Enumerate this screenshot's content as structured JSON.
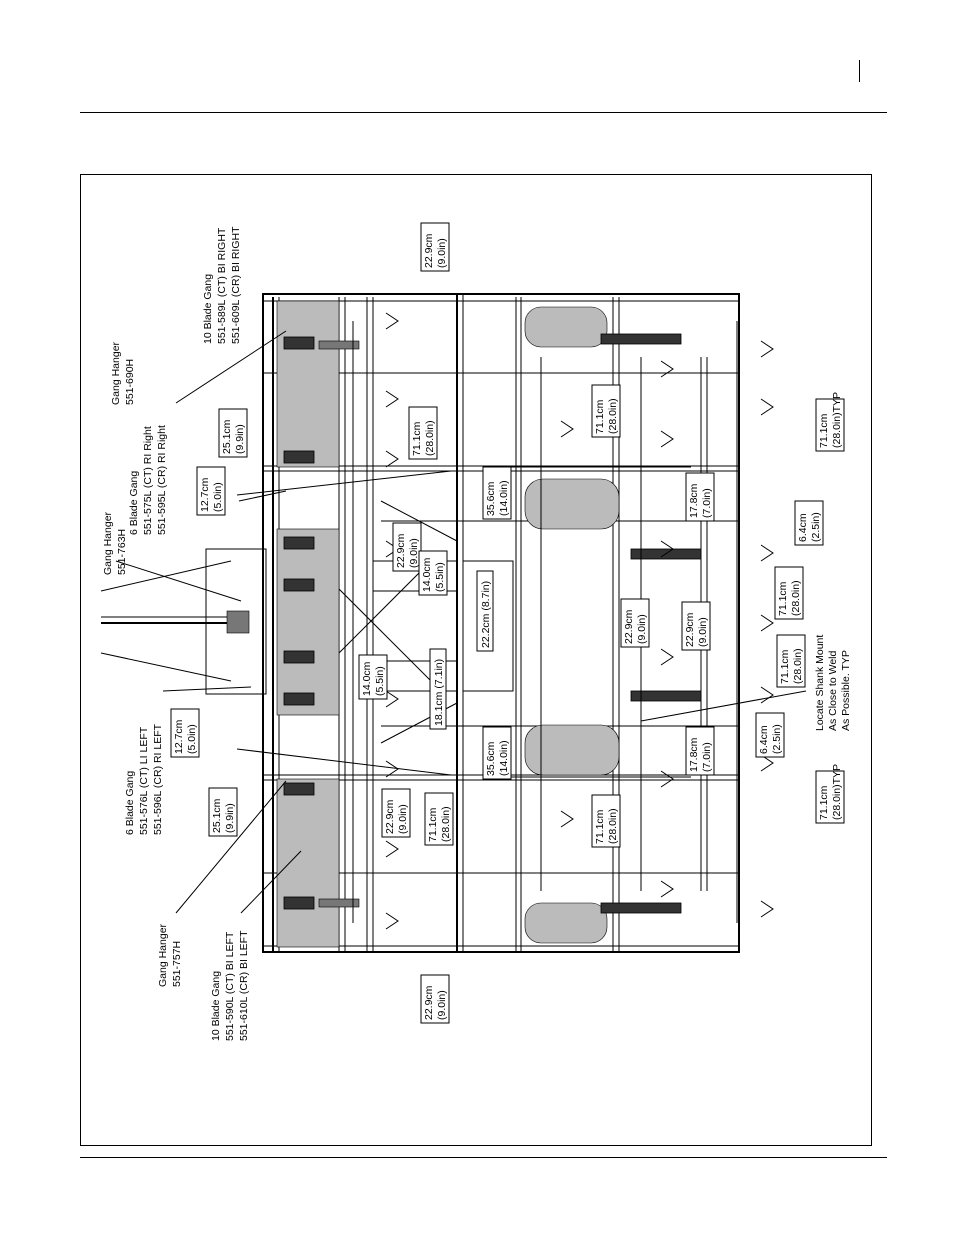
{
  "callouts": {
    "gang_10_right": [
      "10  Blade  Gang",
      "551-589L  (CT)  BI  RIGHT",
      "551-609L  (CR)  BI  RIGHT"
    ],
    "hanger_690": [
      "Gang  Hanger",
      "551-690H"
    ],
    "gang_6_right": [
      "6  Blade  Gang",
      "551-575L  (CT)  RI  Right",
      "551-595L  (CR)  RI  Right"
    ],
    "hanger_763": [
      "Gang  Hanger",
      "551-763H"
    ],
    "gang_6_left": [
      "6  Blade  Gang",
      "551-576L  (CT)  LI  LEFT",
      "551-596L  (CR)  RI  LEFT"
    ],
    "hanger_757": [
      "Gang  Hanger",
      "551-757H"
    ],
    "gang_10_left": [
      "10  Blade  Gang",
      "551-590L  (CT)  BI  LEFT",
      "551-610L  (CR)  BI  LEFT"
    ],
    "shank_mount": [
      "Locate  Shank  Mount",
      "As  Close  to  Weld",
      "As  Possible.   TYP"
    ]
  },
  "dimensions": {
    "d_22_9_top": [
      "22.9cm",
      "(9.0in)"
    ],
    "d_25_1_upper": [
      "25.1cm",
      "(9.9in)"
    ],
    "d_71_1_upper": [
      "71.1cm",
      "(28.0in)"
    ],
    "d_12_7_upper": [
      "12.7cm",
      "(5.0in)"
    ],
    "d_22_9_upper_mid": [
      "22.9cm",
      "(9.0in)"
    ],
    "d_14_0_upper": [
      "14.0cm",
      "(5.5in)"
    ],
    "d_22_2": "22.2cm (8.7in)",
    "d_14_0_lower": [
      "14.0cm",
      "(5.5in)"
    ],
    "d_18_1": "18.1cm  (7.1in)",
    "d_12_7_lower": [
      "12.7cm",
      "(5.0in)"
    ],
    "d_25_1_lower": [
      "25.1cm",
      "(9.9in)"
    ],
    "d_22_9_lower_mid": [
      "22.9cm",
      "(9.0in)"
    ],
    "d_71_1_lower": [
      "71.1cm",
      "(28.0in)"
    ],
    "d_22_9_bottom": [
      "22.9cm",
      "(9.0in)"
    ],
    "d_35_6_upper": [
      "35.6cm",
      "(14.0in)"
    ],
    "d_35_6_lower": [
      "35.6cm",
      "(14.0in)"
    ],
    "d_71_1_rear_upper": [
      "71.1cm",
      "(28.0in)"
    ],
    "d_71_1_rear_lower": [
      "71.1cm",
      "(28.0in)"
    ],
    "d_22_9_rear_a": [
      "22.9cm",
      "(9.0in)"
    ],
    "d_22_9_rear_b": [
      "22.9cm",
      "(9.0in)"
    ],
    "d_17_8_upper": [
      "17.8cm",
      "(7.0in)"
    ],
    "d_17_8_lower": [
      "17.8cm",
      "(7.0in)"
    ],
    "d_71_1_typ_upper": [
      "71.1cm",
      "(28.0in)TYP"
    ],
    "d_6_4_upper": [
      "6.4cm",
      "(2.5in)"
    ],
    "d_71_1_center_a": [
      "71.1cm",
      "(28.0in)"
    ],
    "d_71_1_center_b": [
      "71.1cm",
      "(28.0in)"
    ],
    "d_6_4_lower": [
      "6.4cm",
      "(2.5in)"
    ],
    "d_71_1_typ_lower": [
      "71.1cm",
      "(28.0in)TYP"
    ]
  }
}
